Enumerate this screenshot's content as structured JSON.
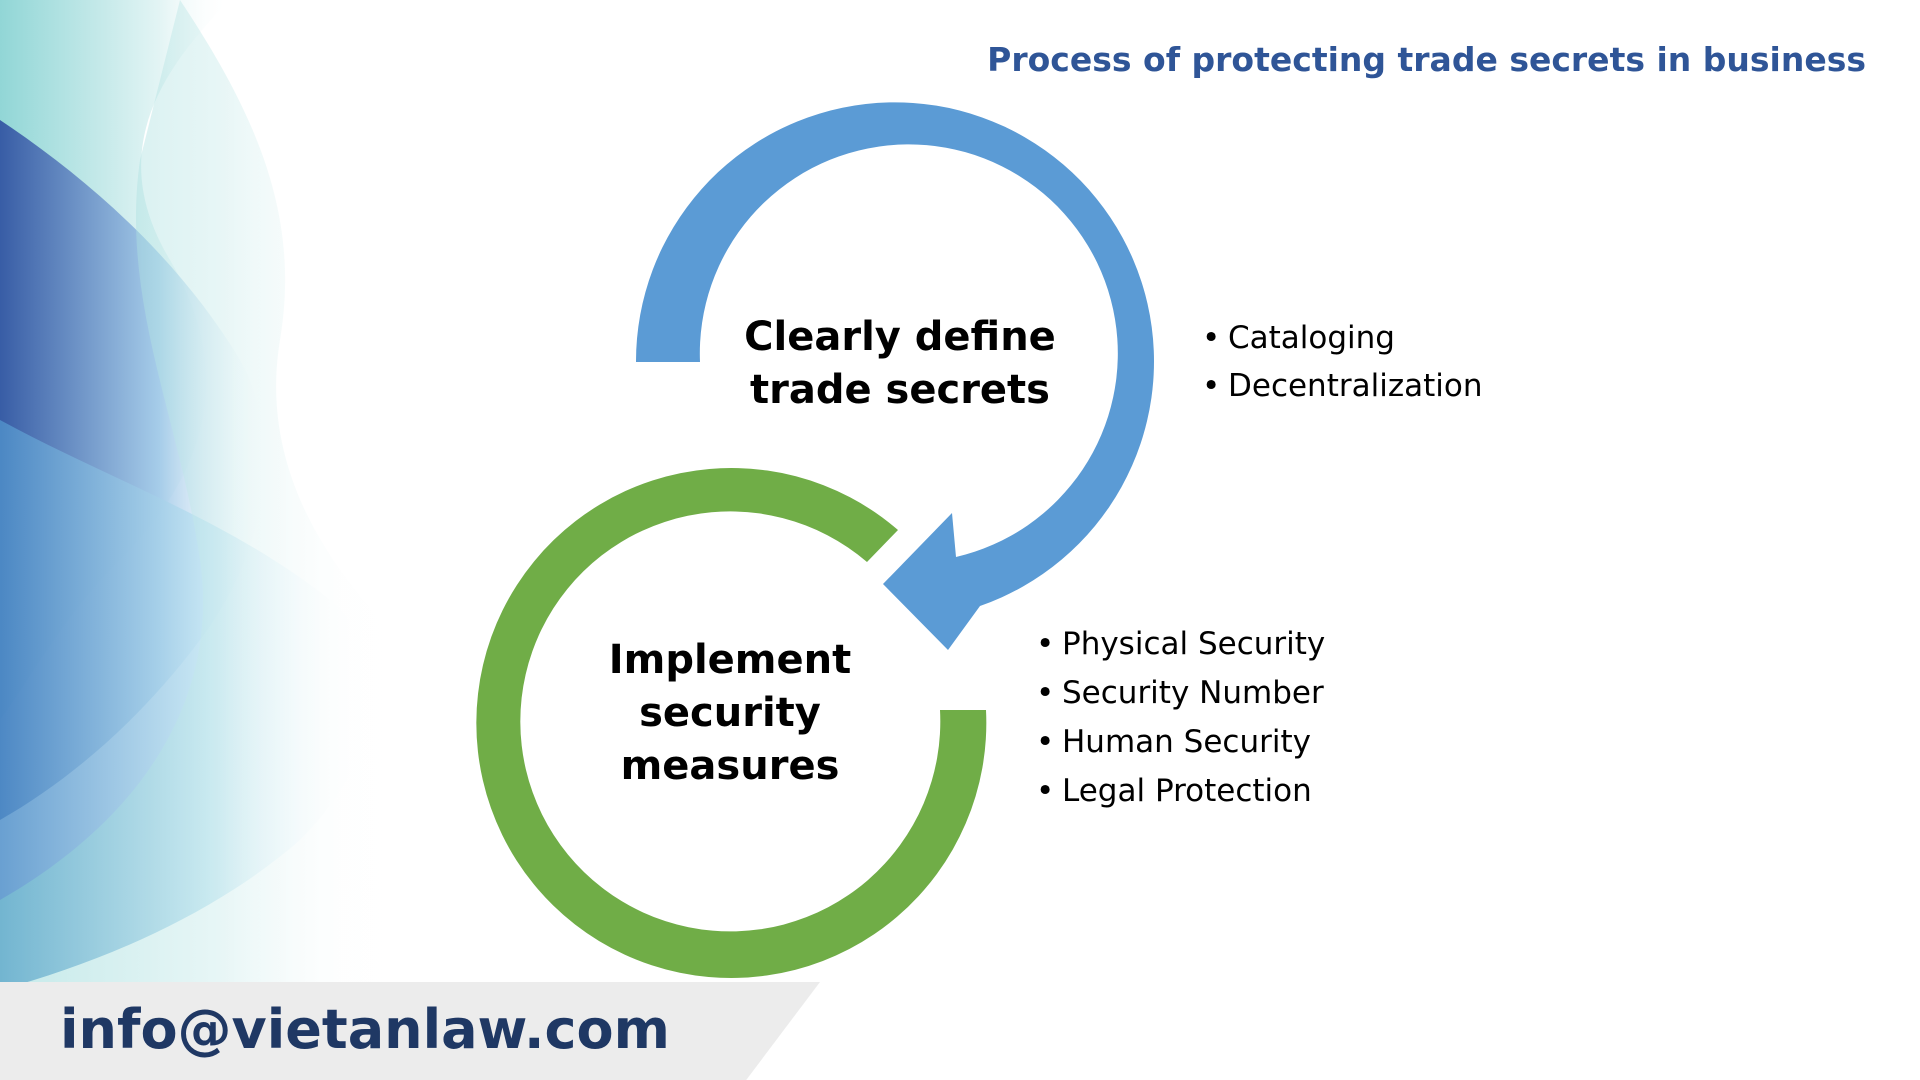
{
  "title": "Process of protecting trade secrets in business",
  "colors": {
    "title": "#2f5597",
    "blue_arrow": "#5b9bd5",
    "green_ring": "#70ad47",
    "footer_text": "#1f3864",
    "footer_band": "#ececec"
  },
  "steps": [
    {
      "label_lines": [
        "Clearly define",
        "trade secrets"
      ],
      "bullets": [
        "Cataloging",
        "Decentralization"
      ]
    },
    {
      "label_lines": [
        "Implement",
        "security",
        "measures"
      ],
      "bullets": [
        "Physical Security",
        "Security Number",
        "Human Security",
        "Legal Protection"
      ]
    }
  ],
  "footer": {
    "email": "info@vietanlaw.com"
  }
}
